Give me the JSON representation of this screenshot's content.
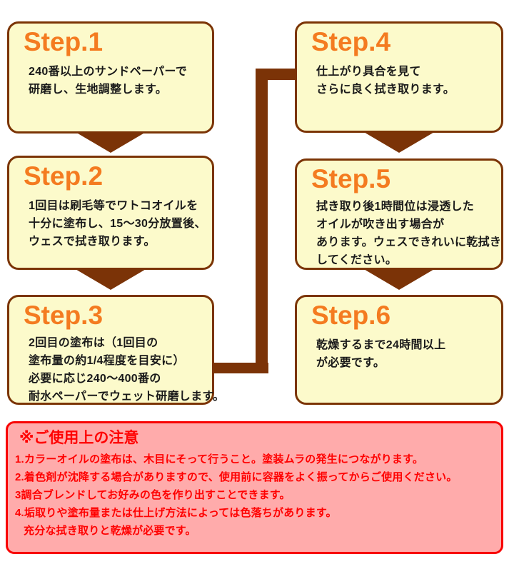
{
  "colors": {
    "box_fill": "#FCFACB",
    "box_border": "#7B3405",
    "step_title_orange": "#F47B20",
    "body_text": "#1A1A1A",
    "arrow_brown": "#7B3307",
    "note_fill": "#FFABAB",
    "note_border": "#F80000",
    "note_text": "#FF0000"
  },
  "steps": [
    {
      "title": "Step.1",
      "lines": [
        "240番以上のサンドペーパーで",
        "研磨し、生地調整します。"
      ]
    },
    {
      "title": "Step.2",
      "lines": [
        "1回目は刷毛等でワトコオイルを",
        "十分に塗布し、15～30分放置後、",
        "ウェスで拭き取ります。"
      ]
    },
    {
      "title": "Step.3",
      "lines": [
        "2回目の塗布は（1回目の",
        "塗布量の約1/4程度を目安に）",
        "必要に応じ240～400番の",
        "耐水ペーパーでウェット研磨します。"
      ]
    },
    {
      "title": "Step.4",
      "lines": [
        "仕上がり具合を見て",
        "さらに良く拭き取ります。"
      ]
    },
    {
      "title": "Step.5",
      "lines": [
        "拭き取り後1時間位は浸透した",
        "オイルが吹き出す場合が",
        "あります。ウェスできれいに乾拭き",
        "してください。"
      ]
    },
    {
      "title": "Step.6",
      "lines": [
        "乾燥するまで24時間以上",
        "が必要です。"
      ]
    }
  ],
  "notes": {
    "title": "※ご使用上の注意",
    "lines": [
      "1.カラーオイルの塗布は、木目にそって行うこと。塗装ムラの発生につながります。",
      "2.着色剤が沈降する場合がありますので、使用前に容器をよく振ってからご使用ください。",
      "3調合ブレンドしてお好みの色を作り出すことできます。",
      "4.垢取りや塗布量または仕上げ方法によっては色落ちがあります。",
      "充分な拭き取りと乾燥が必要です。"
    ]
  }
}
